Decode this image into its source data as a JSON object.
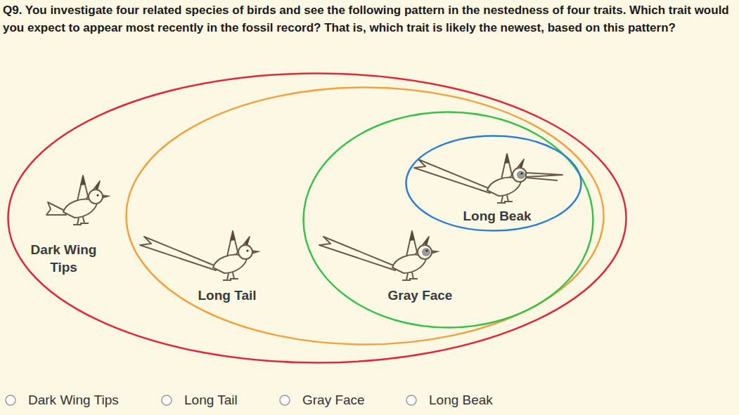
{
  "diagram": {
    "title": "Q9. You investigate four related species of birds and see the following pattern in the nestedness of four traits. Which trait would you expect to appear most recently in the fossil record? That is, which trait is likely the newest, based on this pattern?",
    "nodes": [
      {
        "text": [
          "Dark Wing Tips"
        ]
      },
      {
        "text": [
          "Long Tail"
        ],
        "in": 0
      },
      {
        "text": [
          "Gray Face"
        ],
        "in": 1
      },
      {
        "text": [
          "Long Beak"
        ],
        "in": 2
      }
    ],
    "labels": [
      "Dark Wing Tips",
      "Long Tail",
      "Gray Face",
      "Long Beak"
    ]
  }
}
